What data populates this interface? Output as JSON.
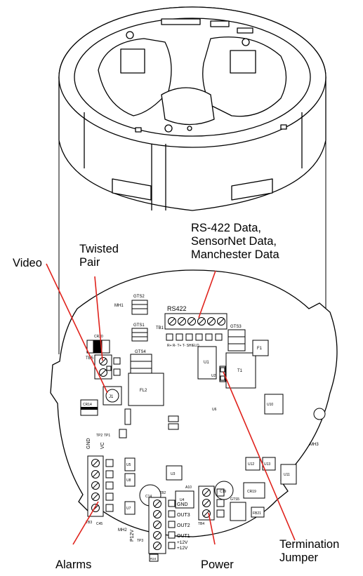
{
  "callouts": {
    "rs422": [
      "RS-422 Data,",
      "SensorNet Data,",
      "Manchester Data"
    ],
    "twisted_pair": [
      "Twisted",
      "Pair"
    ],
    "video": "Video",
    "termination_jumper": [
      "Termination",
      "Jumper"
    ],
    "alarms": "Alarms",
    "power": "Power"
  },
  "board_labels": {
    "rs422_header": "RS422",
    "tb1": "TB1",
    "tb5": "TB5",
    "tb3": "TB3",
    "tb2": "TB2",
    "tb4": "TB4",
    "j1": "J1",
    "fl2": "FL2",
    "t1": "T1",
    "u1": "U1",
    "u2": "U2",
    "u3": "U3",
    "u4": "U4",
    "u5": "U5",
    "u6": "U6",
    "u7": "U7",
    "u8": "U8",
    "u10": "U10",
    "u11": "U11",
    "u12": "U12",
    "u13": "U13",
    "c14": "C14",
    "c19": "C19",
    "cr19": "CR19",
    "cr20": "CR20",
    "cr14": "CR14",
    "gts2": "GTS2",
    "gts1": "GTS1",
    "gts3": "GTS3",
    "gts4": "GTS4",
    "gts5": "GTS5",
    "mh1": "MH1",
    "mh2": "MH2",
    "mh3": "MH3",
    "f1": "F1",
    "fb21": "FB21",
    "a10": "A10",
    "r24": "R24",
    "tp3": "TP3",
    "p12v": "P12V",
    "gnd": "GND",
    "vc": "VC",
    "tp1": "TP1",
    "tp2": "TP2",
    "c45": "C45",
    "tb1_pins": "R+  R-  T+  T-  SHIELD",
    "tb2_gnd": "GND",
    "tb2_out3": "OUT3",
    "tb2_out2": "OUT2",
    "tb2_out1": "OUT1",
    "tb2_12v_a": "+12V",
    "tb2_12v_b": "+12V"
  }
}
